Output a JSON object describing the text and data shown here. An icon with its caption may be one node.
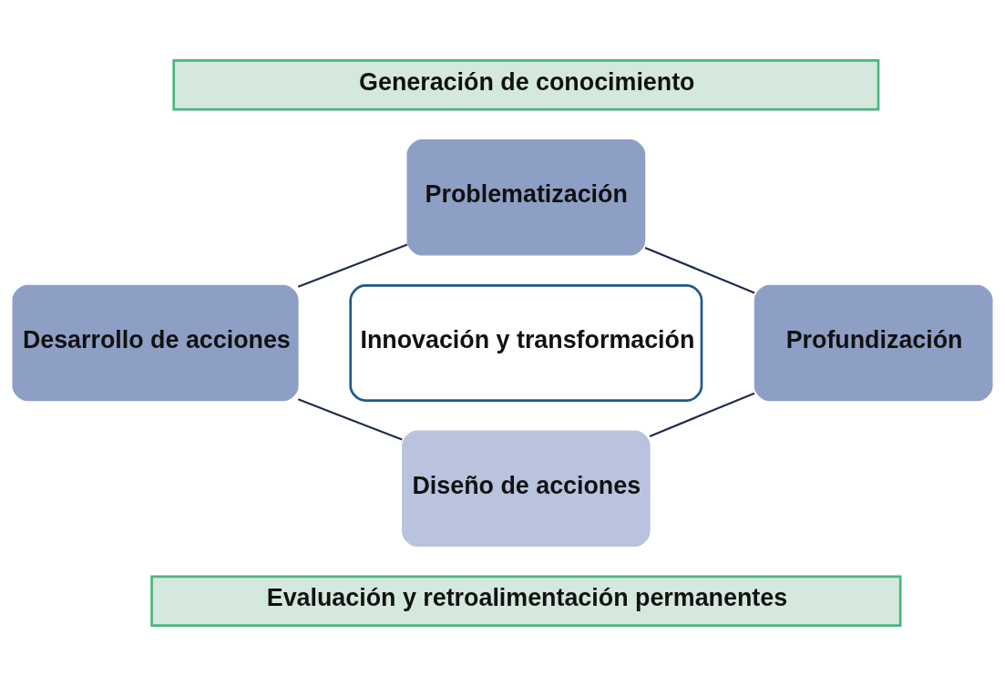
{
  "diagram": {
    "nodes": [
      {
        "text": [
          "Generación de conocimiento"
        ]
      },
      {
        "text": [
          "Problematización"
        ]
      },
      {
        "text": [
          "Desarrollo de acciones"
        ]
      },
      {
        "text": [
          "Innovación y transformación"
        ]
      },
      {
        "text": [
          "Profundización"
        ]
      },
      {
        "text": [
          "Diseño de acciones"
        ]
      },
      {
        "text": [
          "Evaluación y retroalimentación permanentes"
        ]
      }
    ],
    "edges": [
      {
        "from": 1,
        "to": 4,
        "arrow": "none"
      },
      {
        "from": 4,
        "to": 5,
        "arrow": "none"
      },
      {
        "from": 5,
        "to": 2,
        "arrow": "none"
      },
      {
        "from": 2,
        "to": 1,
        "arrow": "none"
      }
    ]
  }
}
